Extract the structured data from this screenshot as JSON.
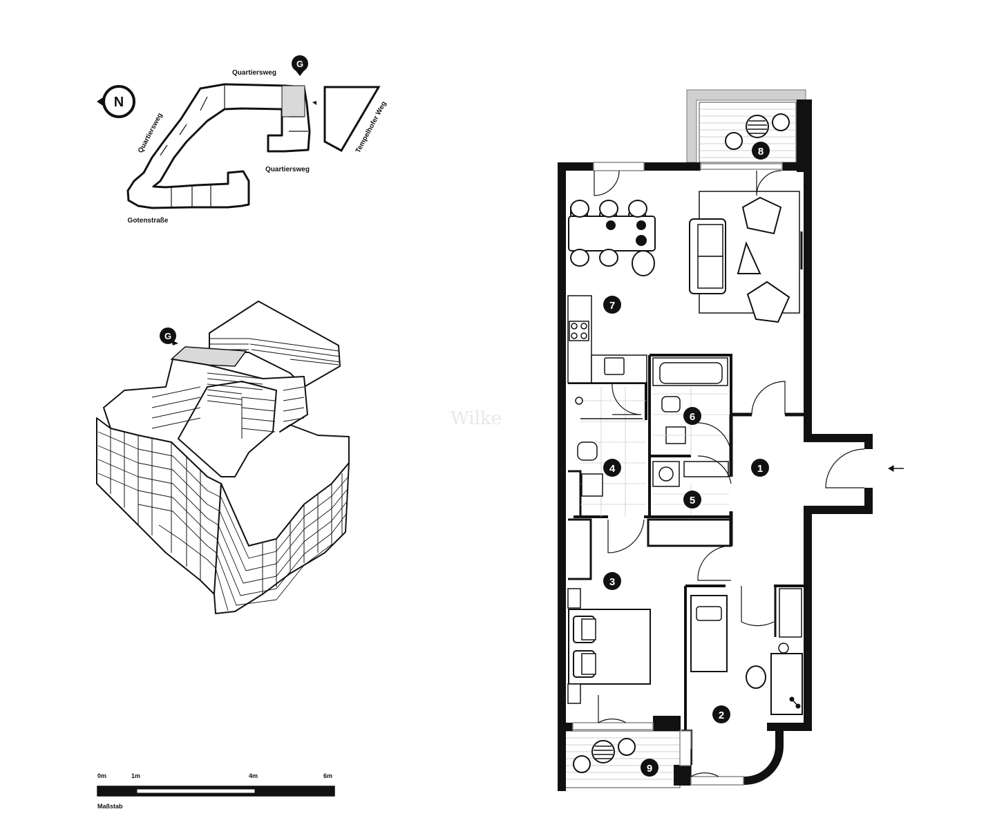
{
  "site_plan": {
    "north": "N",
    "marker": "G",
    "streets": {
      "top": "Quartiersweg",
      "left": "Quartiersweg",
      "right_bottom": "Quartiersweg",
      "bottom": "Gotenstraße",
      "east": "Tempelhofer Weg"
    }
  },
  "iso_view": {
    "marker": "G"
  },
  "floor_plan": {
    "rooms": [
      "1",
      "2",
      "3",
      "4",
      "5",
      "6",
      "7",
      "8",
      "9"
    ],
    "watermark": "Wilke"
  },
  "scale_bar": {
    "title": "Maßstab",
    "ticks": [
      "0m",
      "1m",
      "4m",
      "6m"
    ]
  }
}
